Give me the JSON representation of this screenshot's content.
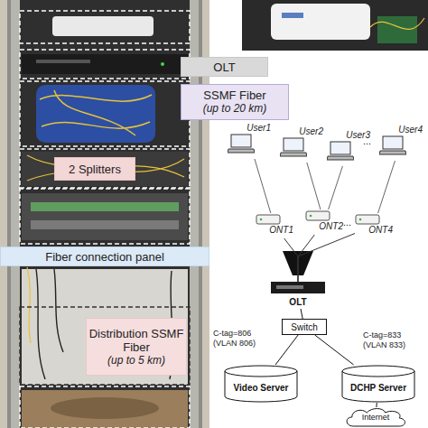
{
  "diagram": {
    "nodes": [
      {
        "text": [
          "OLT"
        ]
      },
      {
        "text": [
          "SSMF Fiber",
          "(up to 20 km)"
        ]
      },
      {
        "text": [
          "2 Splitters"
        ]
      },
      {
        "text": [
          "Fiber connection panel"
        ]
      },
      {
        "text": [
          "Distribution SSMF Fiber",
          "(up to 5 km)"
        ]
      },
      {
        "text": [
          "User1"
        ]
      },
      {
        "text": [
          "User2"
        ]
      },
      {
        "text": [
          "User3"
        ]
      },
      {
        "text": [
          "User4"
        ]
      },
      {
        "text": [
          "ONT1"
        ]
      },
      {
        "text": [
          "ONT2"
        ]
      },
      {
        "text": [
          "ONT4"
        ]
      },
      {
        "text": [
          "OLT"
        ]
      },
      {
        "text": [
          "Switch"
        ]
      },
      {
        "text": [
          "Video Server"
        ]
      },
      {
        "text": [
          "DCHP Server"
        ]
      },
      {
        "text": [
          "Internet"
        ]
      }
    ],
    "edges": [
      {
        "from": 5,
        "to": 9,
        "arrow": "none"
      },
      {
        "from": 6,
        "to": 10,
        "arrow": "none"
      },
      {
        "from": 7,
        "to": 10,
        "arrow": "none"
      },
      {
        "from": 8,
        "to": 11,
        "arrow": "none"
      },
      {
        "from": 9,
        "to": 12,
        "arrow": "none"
      },
      {
        "from": 10,
        "to": 12,
        "arrow": "none"
      },
      {
        "from": 11,
        "to": 12,
        "arrow": "none"
      },
      {
        "from": 12,
        "to": 13,
        "arrow": "none"
      },
      {
        "from": 13,
        "to": 14,
        "label": "C-tag=806 (VLAN 806)",
        "arrow": "none"
      },
      {
        "from": 13,
        "to": 15,
        "label": "C-tag=833 (VLAN 833)",
        "arrow": "none"
      },
      {
        "from": 15,
        "to": 16,
        "arrow": "none"
      }
    ],
    "labels": [
      "...",
      "..."
    ]
  }
}
